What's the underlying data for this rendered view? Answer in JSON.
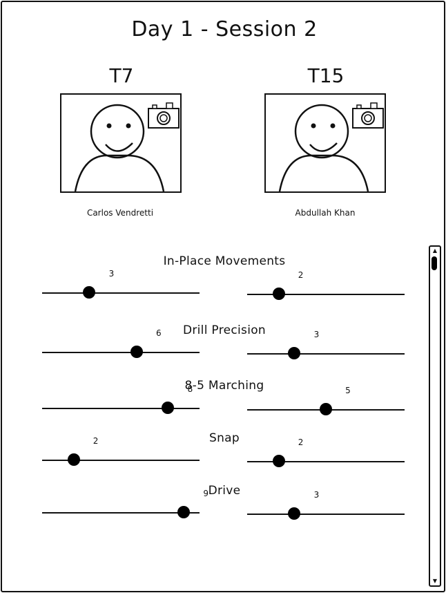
{
  "page": {
    "title": "Day 1 - Session 2"
  },
  "members": [
    {
      "team": "T7",
      "name": "Carlos Vendretti"
    },
    {
      "team": "T15",
      "name": "Abdullah Khan"
    }
  ],
  "slider_range": {
    "min": 0,
    "max": 10
  },
  "categories": [
    {
      "label": "In-Place Movements",
      "scores": [
        3,
        2
      ]
    },
    {
      "label": "Drill Precision",
      "scores": [
        6,
        3
      ]
    },
    {
      "label": "8-5 Marching",
      "scores": [
        8,
        5
      ]
    },
    {
      "label": "Snap",
      "scores": [
        2,
        2
      ]
    },
    {
      "label": "Drive",
      "scores": [
        9,
        3
      ]
    }
  ],
  "icons": {
    "photo": "avatar-placeholder-icon",
    "camera": "camera-icon",
    "scroll_up": "chevron-up-icon",
    "scroll_down": "chevron-down-icon"
  }
}
